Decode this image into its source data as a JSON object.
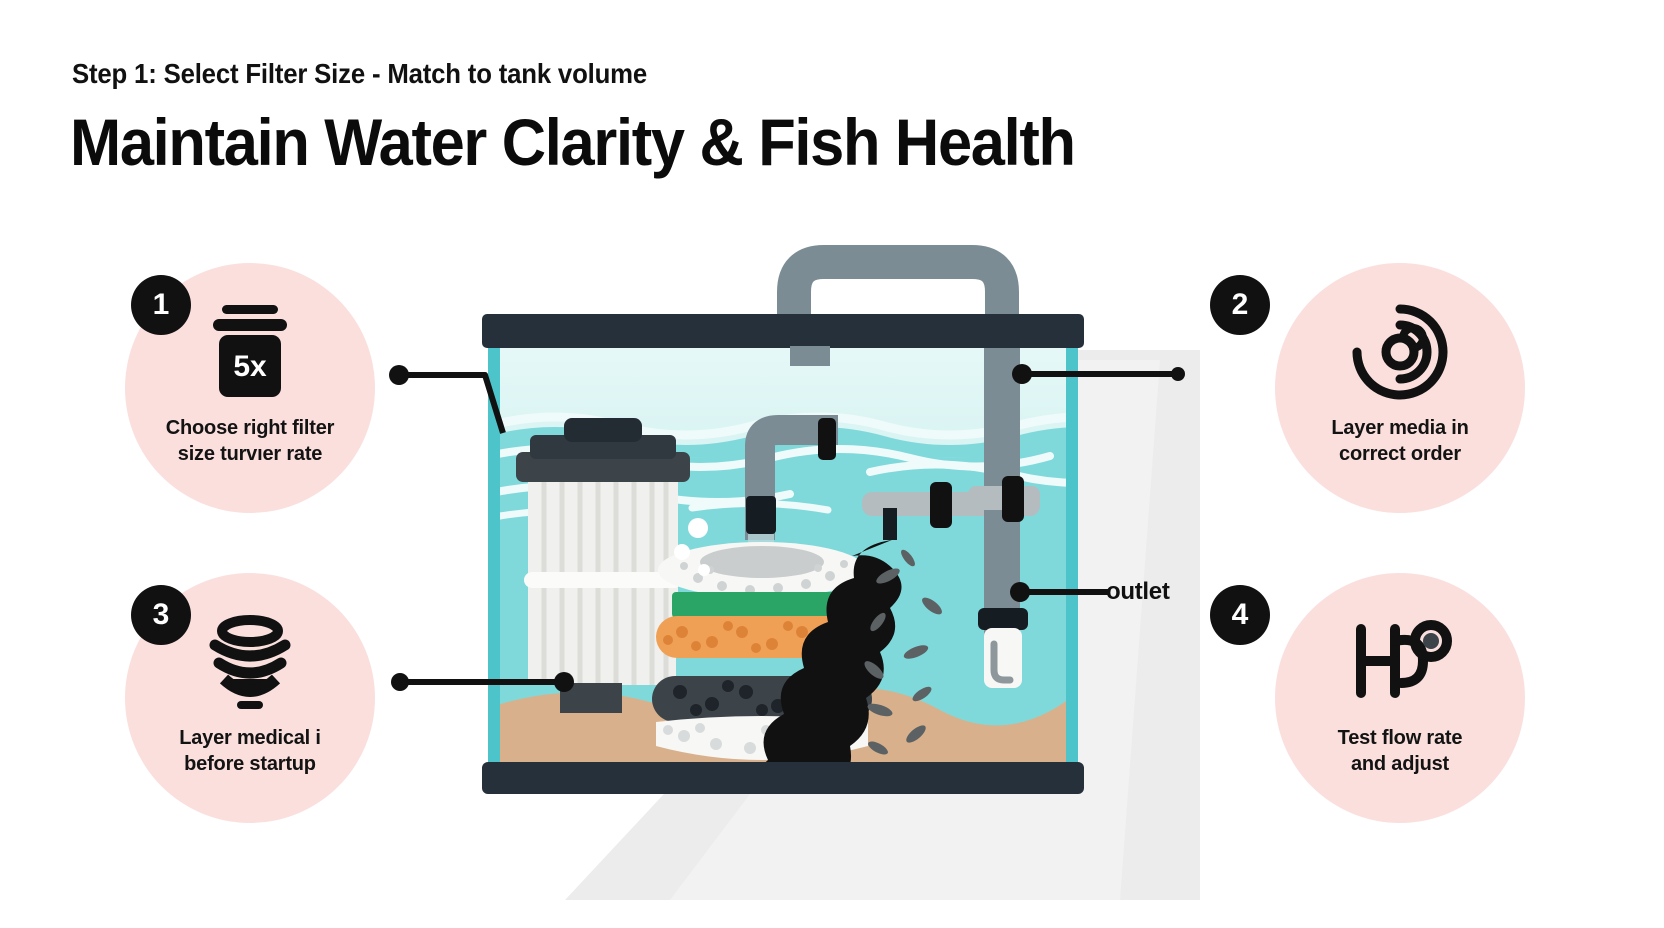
{
  "header": {
    "step_label": "Step  1: Select Filter Size - Match to tank volume",
    "title": "Maintain Water Clarity & Fish Health"
  },
  "badges": [
    {
      "number": "1",
      "icon": "filter-canister-5x-icon",
      "icon_value": "5x",
      "line1": "Choose right filter",
      "line2": "size turvıer rate"
    },
    {
      "number": "2",
      "icon": "layered-media-circle-icon",
      "icon_value": "",
      "line1": "Layer media in",
      "line2": "correct order"
    },
    {
      "number": "3",
      "icon": "stacked-media-bowls-icon",
      "icon_value": "",
      "line1": "Layer medical i",
      "line2": "before startup"
    },
    {
      "number": "4",
      "icon": "flow-valve-gauge-icon",
      "icon_value": "",
      "line1": "Test flow rate",
      "line2": "and adjust"
    }
  ],
  "annotations": {
    "outlet": "outlet"
  },
  "colors": {
    "badge_fill": "#fadfdd",
    "badge_number": "#111111",
    "text": "#111111",
    "water": "#7fd9db",
    "water_light": "#e3f7f6",
    "tank_frame": "#25303a",
    "tank_glass_edge": "#4cc4c9",
    "gravel": "#d8b18c",
    "pipe_gray": "#7c8c94",
    "pipe_light": "#b4bcc0",
    "media_green": "#2aa565",
    "media_orange": "#f0a055",
    "media_dark": "#3c444a",
    "media_white": "#f7f7f5",
    "carbon_black": "#111111",
    "shadow": "#e8e8e8"
  }
}
